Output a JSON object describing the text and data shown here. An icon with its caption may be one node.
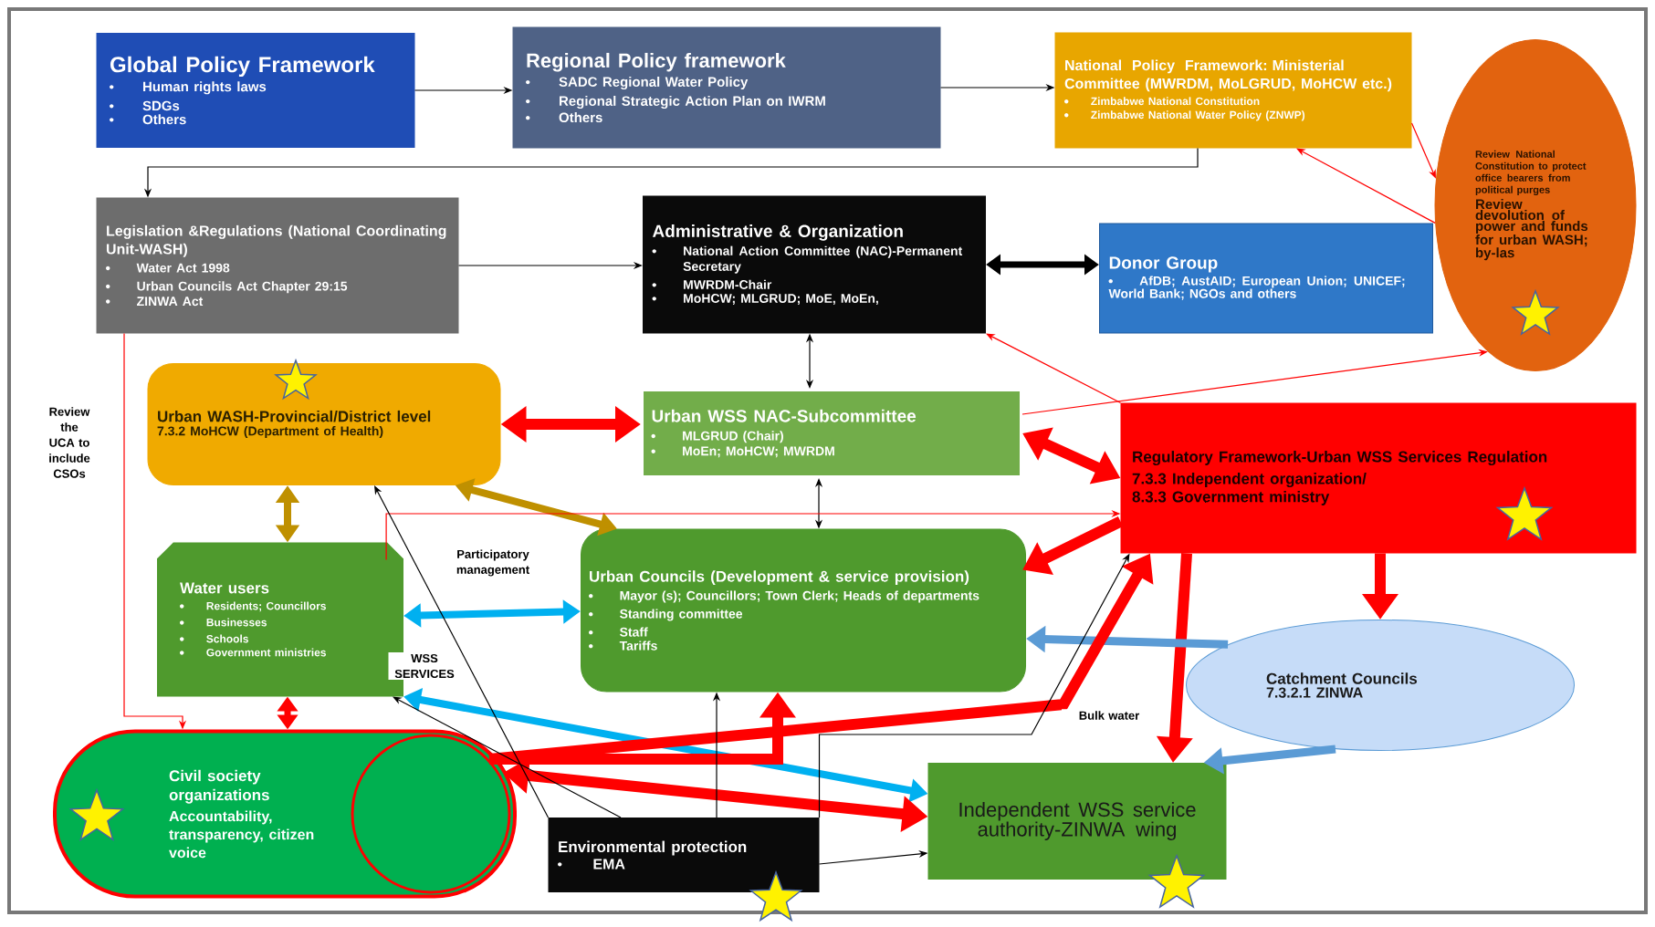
{
  "diagram": {
    "nodes": [
      {
        "text": [
          "Global Policy Framework",
          "Human rights laws",
          "SDGs",
          "Others"
        ]
      },
      {
        "text": [
          "Regional Policy framework",
          "SADC Regional Water Policy",
          "Regional Strategic Action Plan on IWRM",
          "Others"
        ]
      },
      {
        "text": [
          "National Policy Framework: Ministerial Committee (MWRDM, MoLGRUD, MoHCW etc.)",
          "Zimbabwe National Constitution",
          "Zimbabwe National Water Policy (ZNWP)"
        ]
      },
      {
        "text": [
          "Review National Constitution to protect office bearers from political purges",
          "Review devolution of power and funds for urban WASH; by-las"
        ]
      },
      {
        "text": [
          "Legislation &Regulations (National Coordinating Unit-WASH)",
          "Water Act 1998",
          "Urban Councils Act Chapter 29:15",
          "ZINWA Act"
        ]
      },
      {
        "text": [
          "Administrative & Organization",
          "National Action Committee (NAC)-Permanent Secretary",
          "MWRDM-Chair",
          "MoHCW; MLGRUD; MoE, MoEn,"
        ]
      },
      {
        "text": [
          "Donor Group",
          "AfDB; AustAID; European Union; UNICEF; World Bank; NGOs and others"
        ]
      },
      {
        "text": [
          "Urban WASH-Provincial/District level",
          "7.3.2 MoHCW (Department of Health)"
        ]
      },
      {
        "text": [
          "Urban WSS NAC-Subcommittee",
          "MLGRUD (Chair)",
          "MoEn; MoHCW; MWRDM"
        ]
      },
      {
        "text": [
          "Regulatory Framework-Urban WSS Services Regulation",
          "7.3.3 Independent organization/",
          "8.3.3 Government ministry"
        ]
      },
      {
        "text": [
          "Water users",
          "Residents; Councillors",
          "Businesses",
          "Schools",
          "Government ministries"
        ]
      },
      {
        "text": [
          "Urban Councils (Development & service provision)",
          "Mayor (s); Councillors; Town Clerk; Heads of departments",
          "Standing committee",
          "Staff",
          "Tariffs"
        ]
      },
      {
        "text": [
          "Catchment Councils",
          "7.3.2.1 ZINWA"
        ]
      },
      {
        "text": [
          "Civil society organizations",
          "Accountability, transparency, citizen voice"
        ]
      },
      {
        "text": [
          "Environmental protection",
          "EMA"
        ]
      },
      {
        "text": [
          "Independent WSS service authority-ZINWA wing"
        ]
      }
    ],
    "edges": [
      {
        "from": 0,
        "to": 1,
        "arrow": "to",
        "color": "#000000"
      },
      {
        "from": 1,
        "to": 2,
        "arrow": "to",
        "color": "#000000"
      },
      {
        "from": 2,
        "to": 4,
        "arrow": "to",
        "color": "#000000"
      },
      {
        "from": 2,
        "to": 3,
        "arrow": "to"
      },
      {
        "from": 3,
        "to": 2,
        "arrow": "to"
      },
      {
        "from": 4,
        "to": 5,
        "arrow": "to",
        "color": "#000000"
      },
      {
        "from": 5,
        "to": 6,
        "arrow": "both",
        "style": "thick",
        "color": "#000000"
      },
      {
        "from": 5,
        "to": 8,
        "arrow": "both",
        "color": "#000000"
      },
      {
        "from": 8,
        "to": 11,
        "arrow": "both",
        "color": "#000000"
      },
      {
        "from": 7,
        "to": 8,
        "arrow": "both",
        "style": "thick"
      },
      {
        "from": 9,
        "to": 8,
        "arrow": "both",
        "style": "thick"
      },
      {
        "from": 9,
        "to": 5,
        "arrow": "to"
      },
      {
        "from": 8,
        "to": 3,
        "arrow": "to"
      },
      {
        "from": 9,
        "to": 11,
        "arrow": "to",
        "style": "thick"
      },
      {
        "from": 7,
        "to": 10,
        "arrow": "both",
        "style": "thick",
        "color": "#bf9000"
      },
      {
        "from": 7,
        "to": 11,
        "arrow": "both",
        "style": "thick",
        "color": "#bf9000"
      },
      {
        "from": 10,
        "to": 11,
        "arrow": "both",
        "style": "thick",
        "color": "#00b0f0",
        "label": "Participatory management"
      },
      {
        "from": 10,
        "to": 15,
        "arrow": "both",
        "style": "thick",
        "color": "#00b0f0",
        "label": "WSS SERVICES"
      },
      {
        "from": 4,
        "to": 13,
        "arrow": "to",
        "label": "Review the UCA to include CSOs"
      },
      {
        "from": 10,
        "to": 9,
        "arrow": "to"
      },
      {
        "from": 10,
        "to": 13,
        "arrow": "both",
        "style": "thick"
      },
      {
        "from": 9,
        "to": 15,
        "arrow": "to",
        "style": "thick",
        "label": "Bulk water"
      },
      {
        "from": 9,
        "to": 12,
        "arrow": "to",
        "style": "thick"
      },
      {
        "from": 12,
        "to": 11,
        "arrow": "to",
        "style": "thick",
        "color": "#5b9bd5"
      },
      {
        "from": 12,
        "to": 15,
        "arrow": "to",
        "style": "thick",
        "color": "#5b9bd5"
      },
      {
        "from": 13,
        "to": 11,
        "arrow": "to",
        "style": "thick"
      },
      {
        "from": 13,
        "to": 9,
        "arrow": "to",
        "style": "thick"
      },
      {
        "from": 13,
        "to": 15,
        "arrow": "both",
        "style": "thick"
      },
      {
        "from": 14,
        "to": 7,
        "arrow": "to",
        "color": "#000000"
      },
      {
        "from": 14,
        "to": 10,
        "arrow": "to",
        "color": "#000000"
      },
      {
        "from": 14,
        "to": 11,
        "arrow": "to",
        "color": "#000000"
      },
      {
        "from": 14,
        "to": 9,
        "arrow": "to",
        "color": "#000000"
      },
      {
        "from": 14,
        "to": 15,
        "arrow": "to",
        "color": "#000000"
      }
    ]
  }
}
